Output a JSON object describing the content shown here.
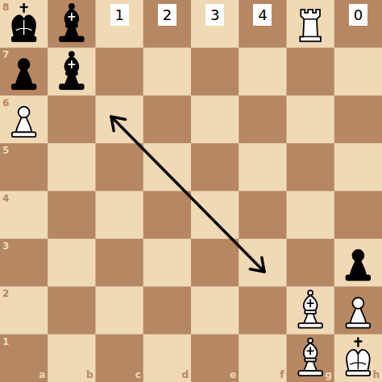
{
  "diagram": {
    "nodes": [
      {
        "text": [
          "1"
        ]
      },
      {
        "text": [
          "2"
        ]
      },
      {
        "text": [
          "3"
        ]
      },
      {
        "text": [
          "4"
        ]
      },
      {
        "text": [
          "0"
        ]
      }
    ],
    "labels": [
      "8",
      "7",
      "6",
      "5",
      "4",
      "3",
      "2",
      "1",
      "a",
      "b",
      "c",
      "d",
      "e",
      "f",
      "g",
      "h"
    ]
  }
}
